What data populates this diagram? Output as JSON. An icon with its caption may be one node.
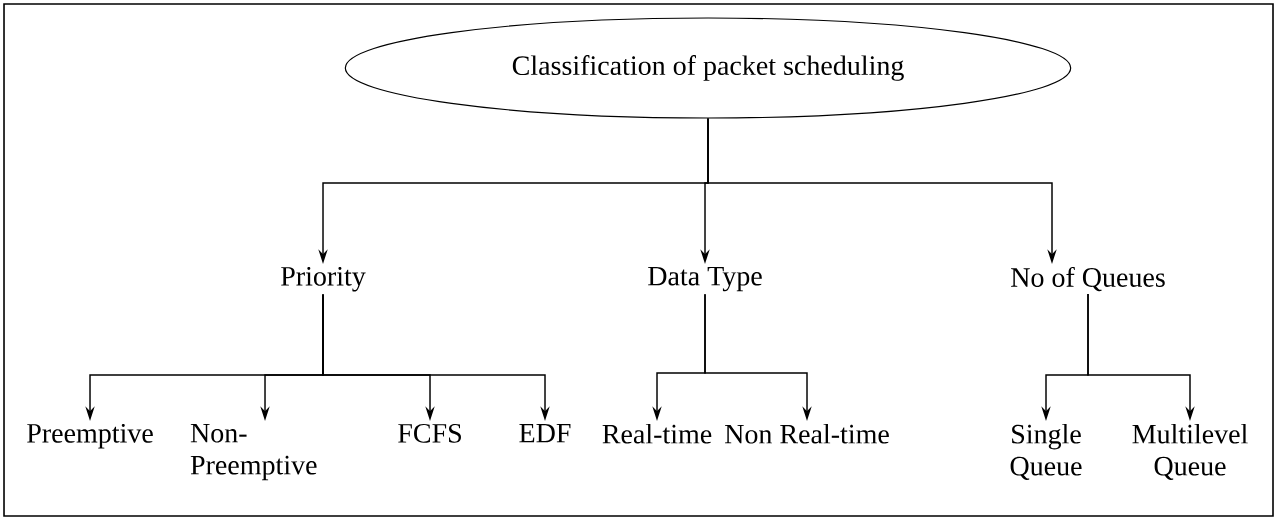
{
  "diagram": {
    "nodes": [
      {
        "text": [
          "Classification of packet scheduling"
        ]
      },
      {
        "text": [
          "Priority"
        ]
      },
      {
        "text": [
          "Data Type"
        ]
      },
      {
        "text": [
          "No of Queues"
        ]
      },
      {
        "text": [
          "Preemptive"
        ]
      },
      {
        "text": [
          "Non- Preemptive"
        ]
      },
      {
        "text": [
          "FCFS"
        ]
      },
      {
        "text": [
          "EDF"
        ]
      },
      {
        "text": [
          "Real-time"
        ]
      },
      {
        "text": [
          "Non Real-time"
        ]
      },
      {
        "text": [
          "Single Queue"
        ]
      },
      {
        "text": [
          "Multilevel Queue"
        ]
      }
    ],
    "edges": [
      {
        "from": 0,
        "to": 1,
        "arrow": "to"
      },
      {
        "from": 0,
        "to": 2,
        "arrow": "to"
      },
      {
        "from": 0,
        "to": 3,
        "arrow": "to"
      },
      {
        "from": 1,
        "to": 4,
        "arrow": "to"
      },
      {
        "from": 1,
        "to": 5,
        "arrow": "to"
      },
      {
        "from": 1,
        "to": 6,
        "arrow": "to"
      },
      {
        "from": 1,
        "to": 7,
        "arrow": "to"
      },
      {
        "from": 2,
        "to": 8,
        "arrow": "to"
      },
      {
        "from": 2,
        "to": 9,
        "arrow": "to"
      },
      {
        "from": 3,
        "to": 10,
        "arrow": "to"
      },
      {
        "from": 3,
        "to": 11,
        "arrow": "to"
      }
    ]
  }
}
